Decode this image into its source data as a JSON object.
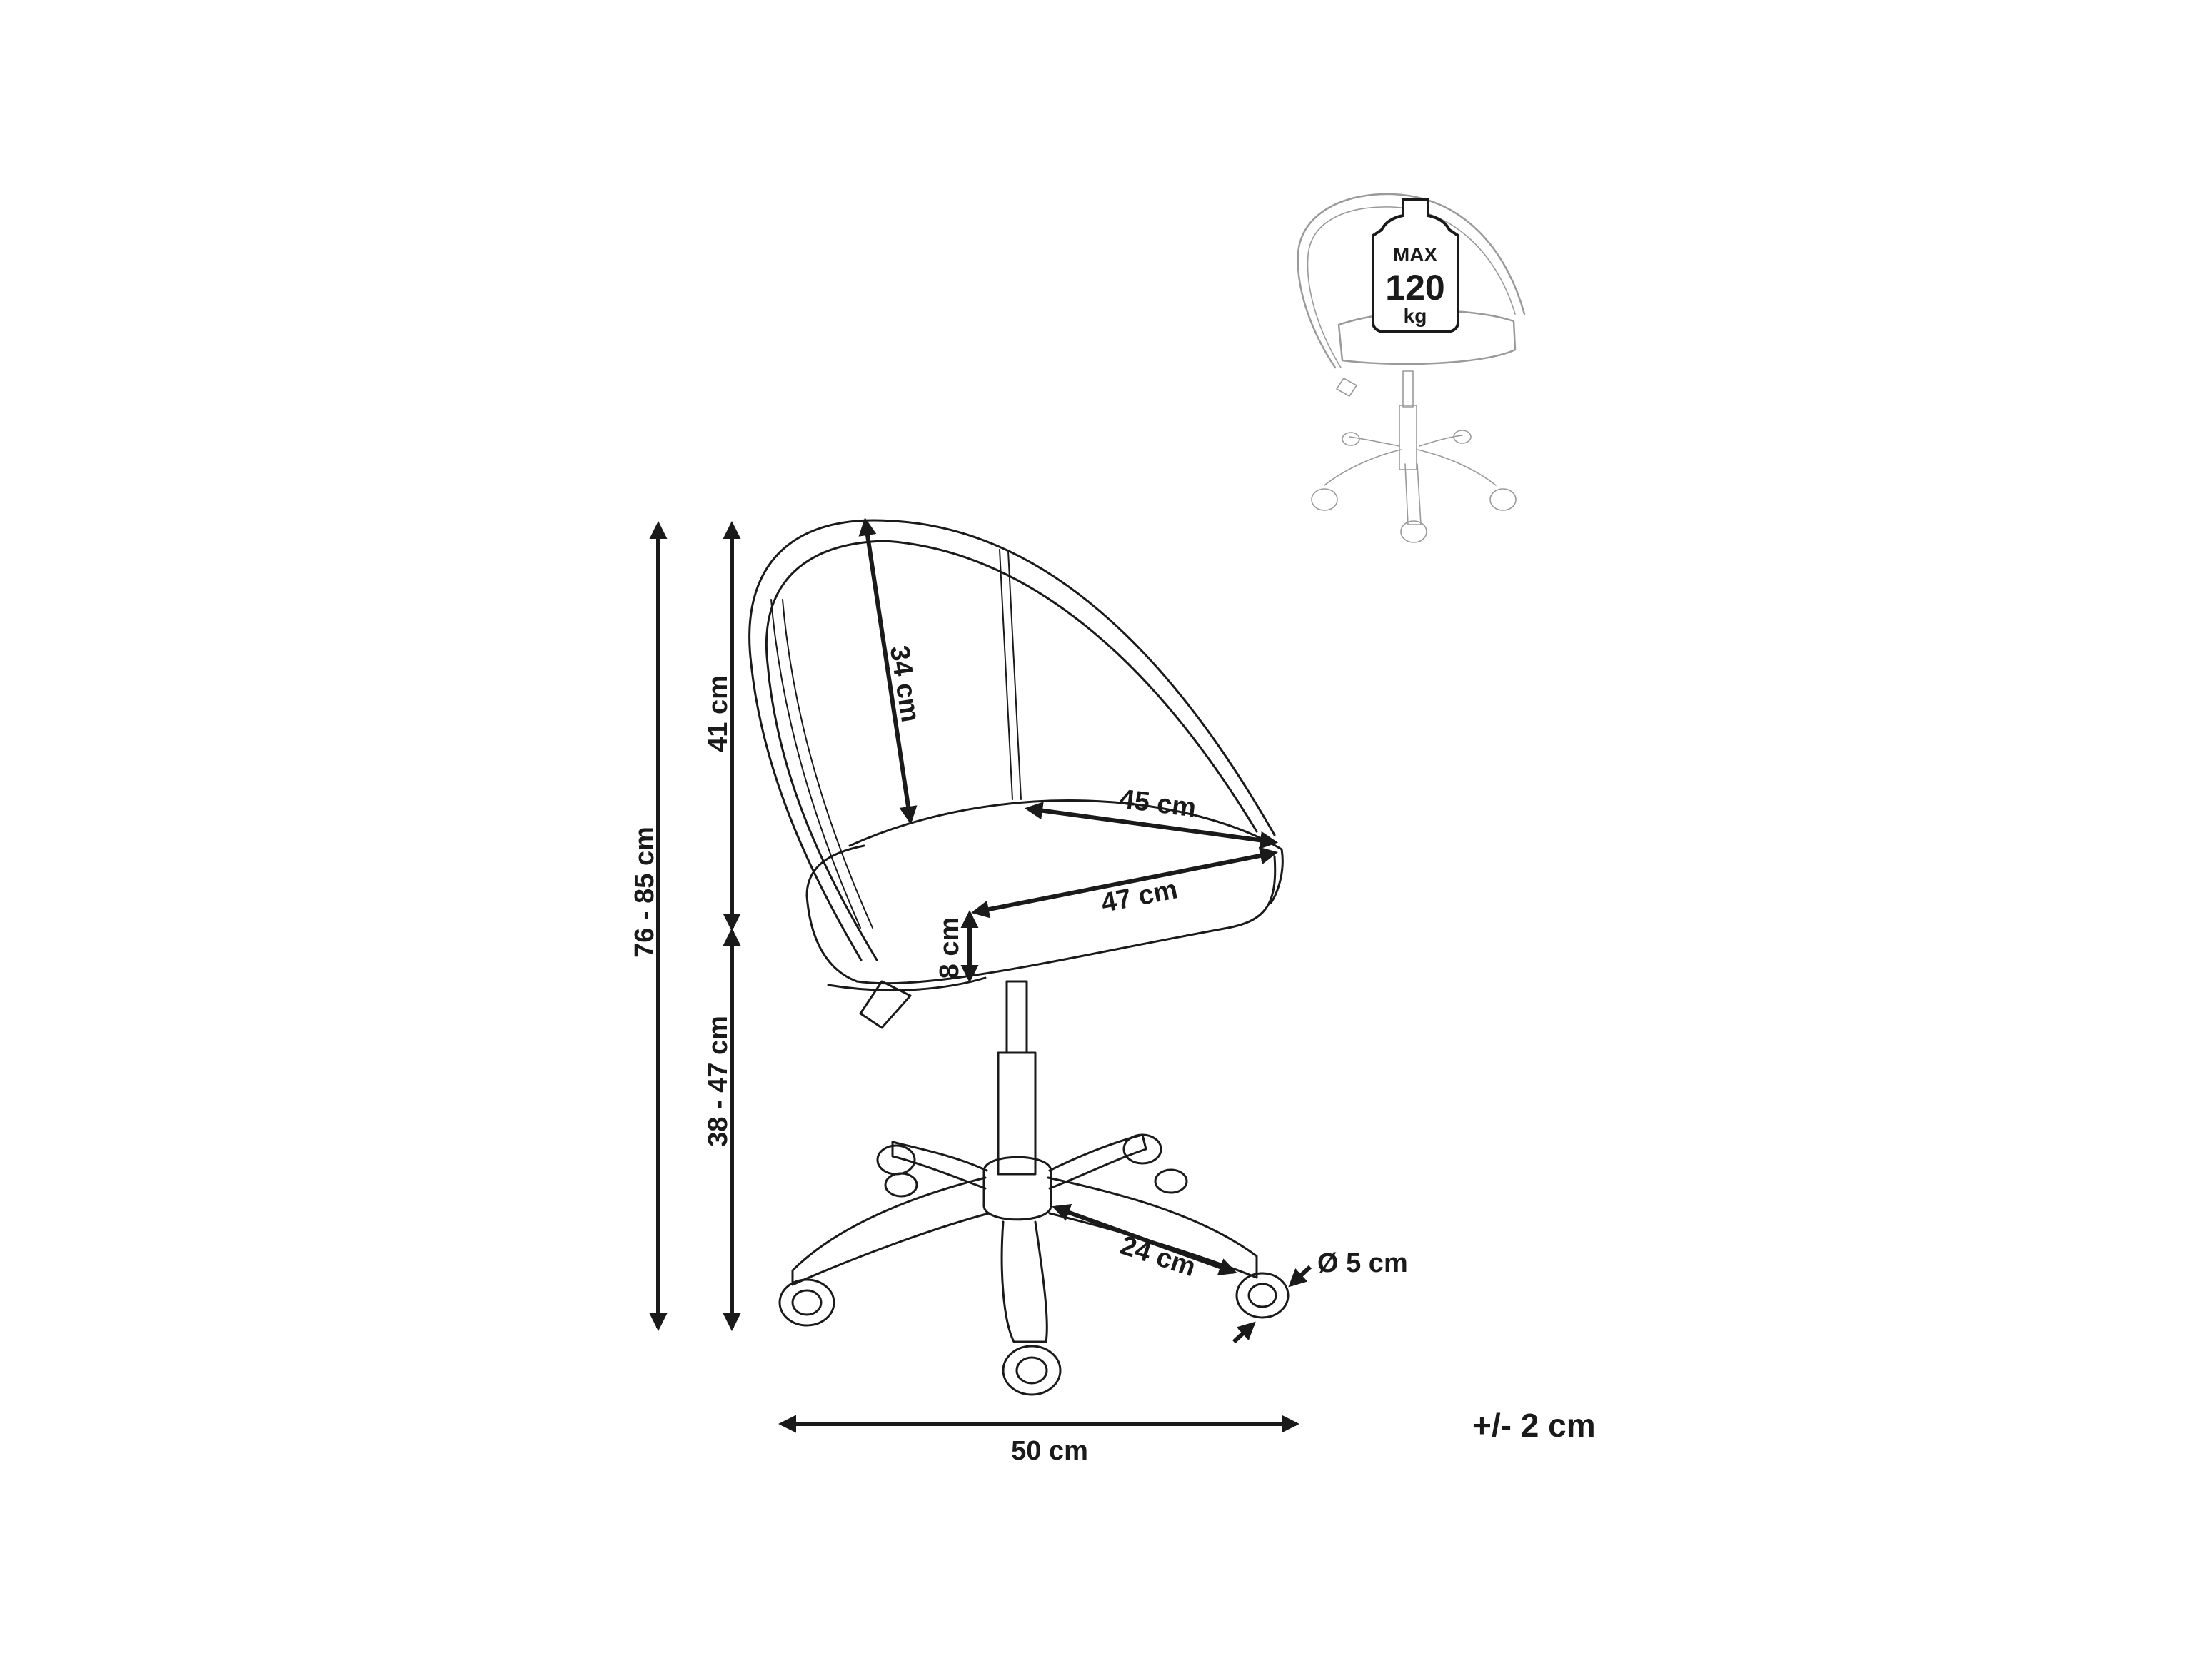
{
  "badge": {
    "line1": "MAX",
    "line2": "120",
    "line3": "kg"
  },
  "dimensions": {
    "total_height": "76 - 85 cm",
    "backrest_height": "41 cm",
    "seat_height": "38 - 47 cm",
    "backrest_inner": "34 cm",
    "seat_width_back": "45 cm",
    "seat_width_front": "47 cm",
    "seat_thickness": "8 cm",
    "leg_length": "24 cm",
    "wheel_diameter": "Ø 5 cm",
    "base_width": "50 cm"
  },
  "tolerance": "+/- 2 cm",
  "colors": {
    "line": "#1a1a1a",
    "faded_line": "#9a9a9a",
    "background": "#ffffff"
  }
}
